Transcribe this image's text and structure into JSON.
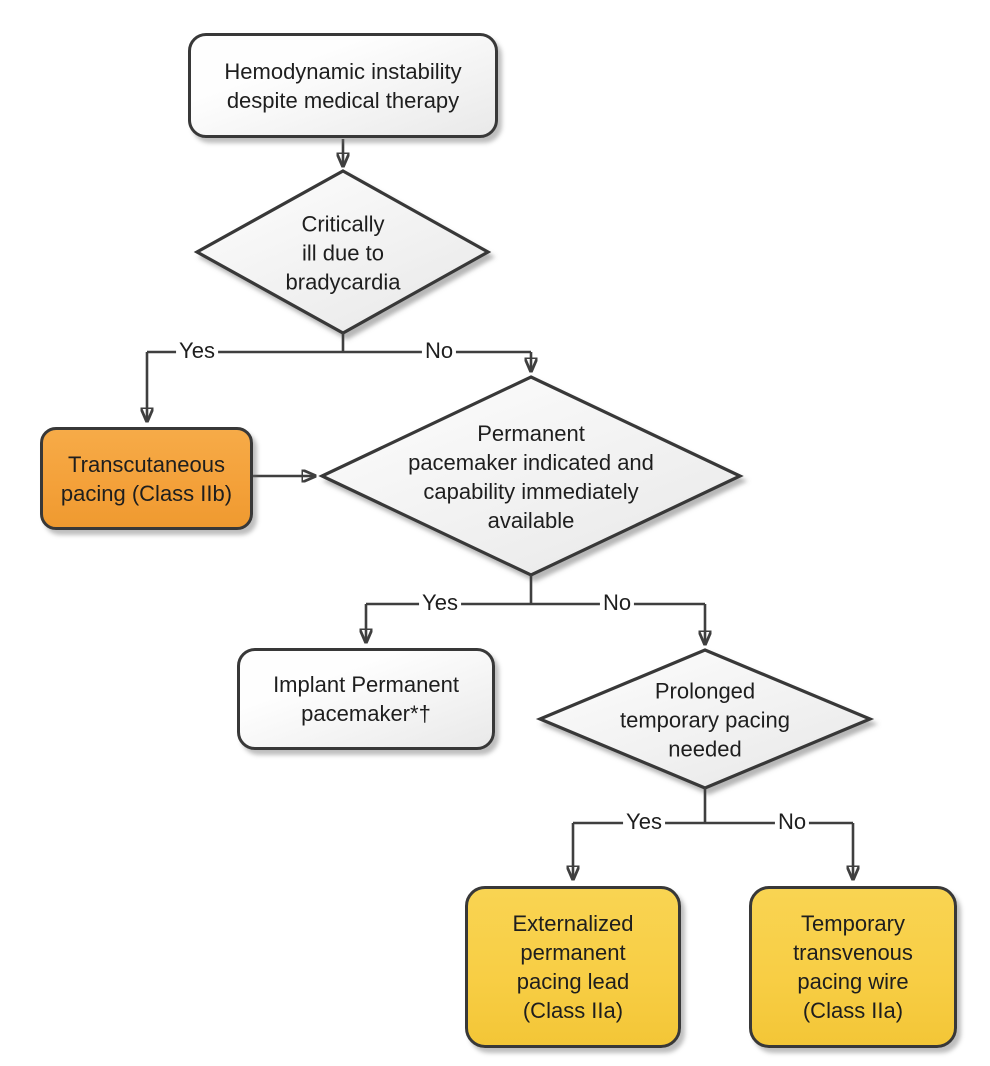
{
  "colors": {
    "line": "#3f3f3f",
    "shape_border": "#383838",
    "text": "#1e1e1e",
    "orange_fill": "#f4a13a",
    "yellow_fill": "#f8ce45",
    "neutral_top": "#fefefe",
    "neutral_bottom": "#e9e9e9"
  },
  "nodes": {
    "start": {
      "type": "terminator",
      "label": "Hemodynamic instability\ndespite medical therapy"
    },
    "critically_ill": {
      "type": "decision",
      "label": "Critically\nill due to\nbradycardia",
      "yes_label": "Yes",
      "no_label": "No"
    },
    "transcutaneous": {
      "type": "action",
      "label": "Transcutaneous\npacing (Class IIb)"
    },
    "ppm_available": {
      "type": "decision",
      "label": "Permanent\npacemaker indicated and\ncapability immediately\navailable",
      "yes_label": "Yes",
      "no_label": "No"
    },
    "implant_ppm": {
      "type": "action",
      "label": "Implant Permanent\npacemaker*†"
    },
    "prolonged_pacing": {
      "type": "decision",
      "label": "Prolonged\ntemporary pacing\nneeded",
      "yes_label": "Yes",
      "no_label": "No"
    },
    "externalized_lead": {
      "type": "action",
      "label": "Externalized\npermanent\npacing lead\n(Class IIa)"
    },
    "transvenous_wire": {
      "type": "action",
      "label": "Temporary\ntransvenous\npacing wire\n(Class IIa)"
    }
  }
}
